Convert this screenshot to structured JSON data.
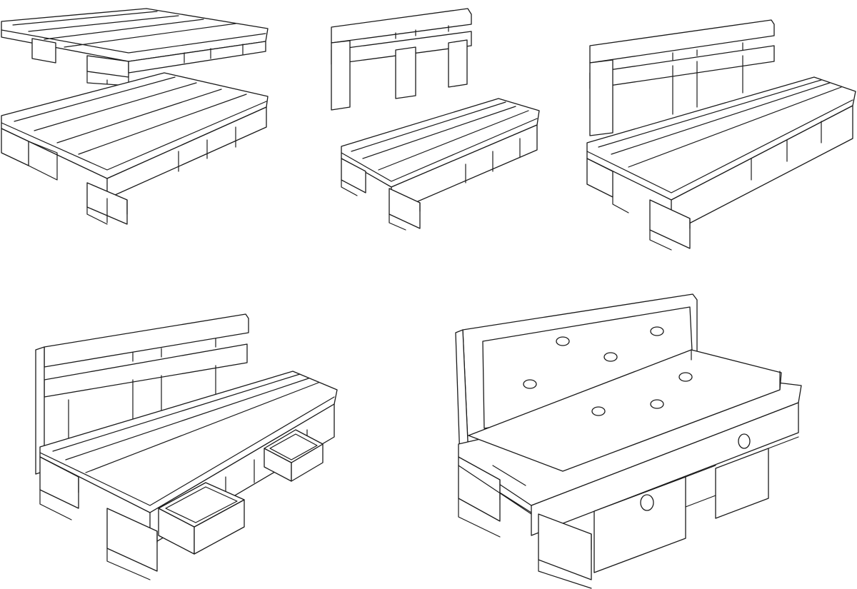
{
  "figure": {
    "background_color": "#ffffff",
    "line_color": "#1a1a1a",
    "fill_color": "#ffffff",
    "steps": [
      {
        "id": "step-1",
        "contents": [
          "pallet",
          "pallet"
        ]
      },
      {
        "id": "step-2",
        "contents": [
          "backrest",
          "pallet-seat"
        ]
      },
      {
        "id": "step-3",
        "contents": [
          "assembled-bench"
        ]
      },
      {
        "id": "step-4",
        "contents": [
          "bench-with-drawers"
        ]
      },
      {
        "id": "step-5",
        "contents": [
          "sofa-with-cushions"
        ]
      }
    ]
  }
}
